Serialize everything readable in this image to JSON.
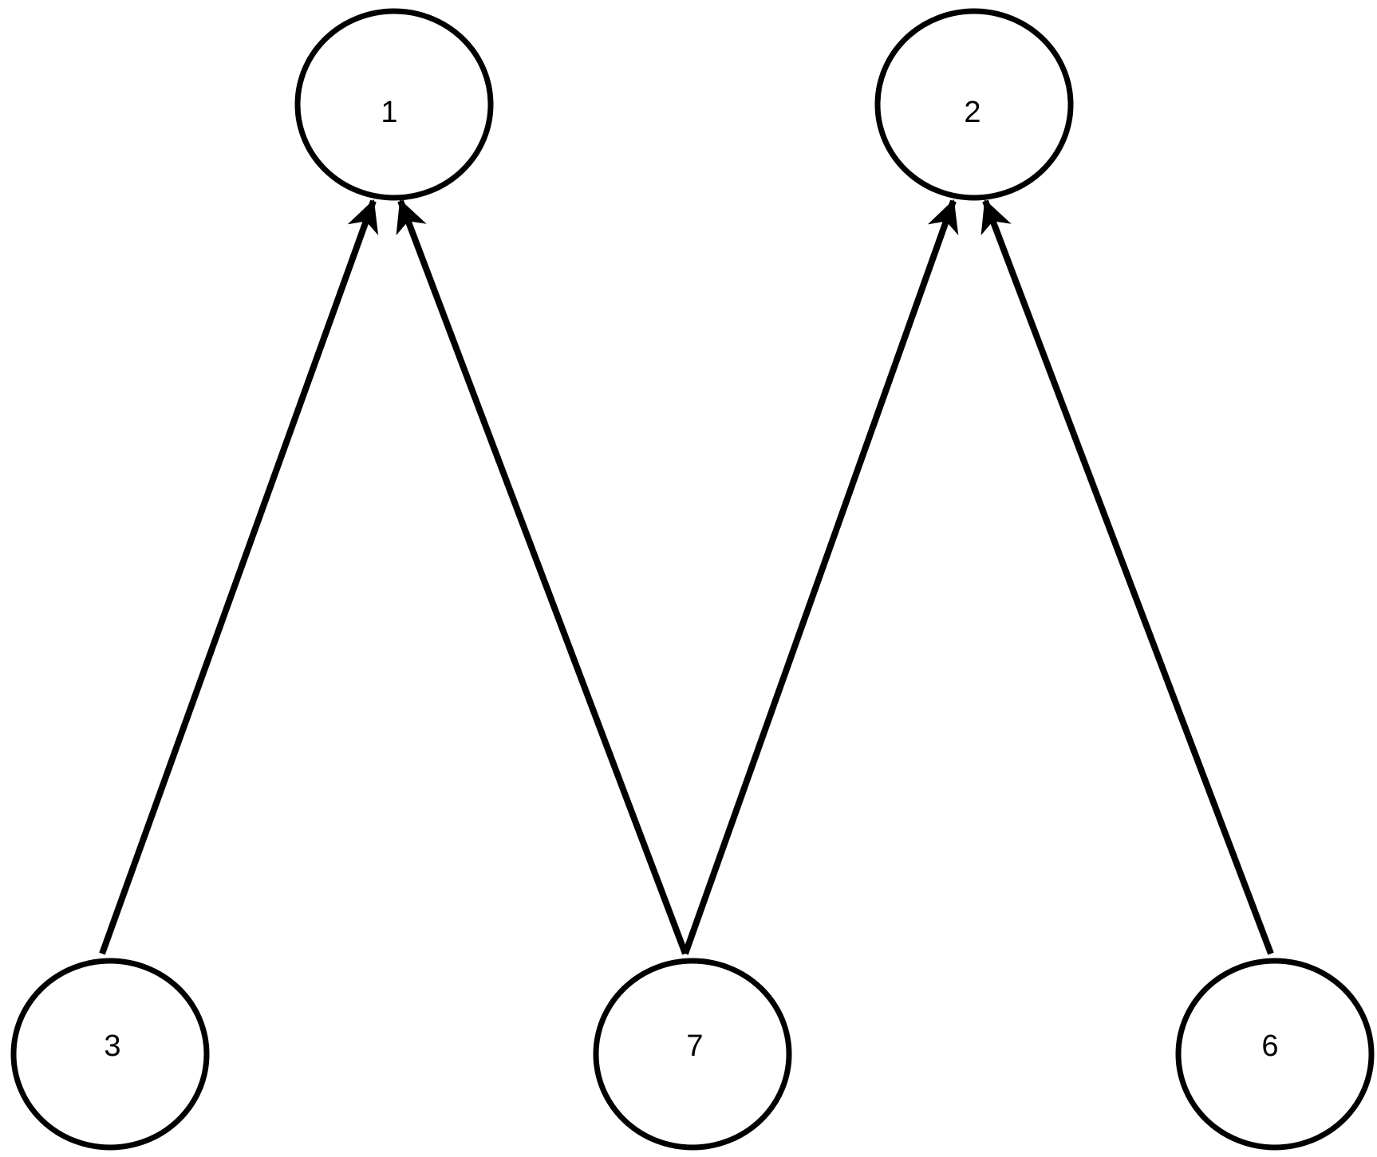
{
  "diagram": {
    "type": "directed-graph",
    "colors": {
      "stroke": "#000000",
      "fill": "#ffffff",
      "text": "#000000"
    },
    "nodes": [
      {
        "id": "n1",
        "label": "1"
      },
      {
        "id": "n2",
        "label": "2"
      },
      {
        "id": "n3",
        "label": "3"
      },
      {
        "id": "n7",
        "label": "7"
      },
      {
        "id": "n6",
        "label": "6"
      }
    ],
    "edges": [
      {
        "from": "n3",
        "to": "n1"
      },
      {
        "from": "n7",
        "to": "n1"
      },
      {
        "from": "n7",
        "to": "n2"
      },
      {
        "from": "n6",
        "to": "n2"
      }
    ]
  }
}
